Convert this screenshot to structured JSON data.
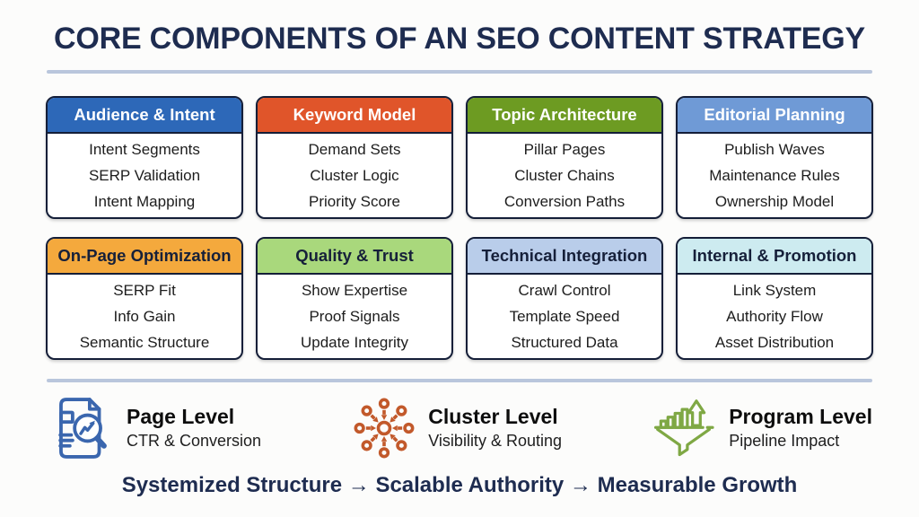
{
  "title": "CORE COMPONENTS OF AN SEO CONTENT STRATEGY",
  "colors": {
    "title_text": "#1e2c50",
    "divider": "#b9c6dc",
    "card_border": "#141e38",
    "background": "#fcfcfb"
  },
  "cards": [
    {
      "title": "Audience & Intent",
      "header_bg": "#2d68b8",
      "header_fg": "#ffffff",
      "items": [
        "Intent Segments",
        "SERP Validation",
        "Intent Mapping"
      ]
    },
    {
      "title": "Keyword Model",
      "header_bg": "#e0552a",
      "header_fg": "#ffffff",
      "items": [
        "Demand Sets",
        "Cluster Logic",
        "Priority Score"
      ]
    },
    {
      "title": "Topic Architecture",
      "header_bg": "#6d9b22",
      "header_fg": "#ffffff",
      "items": [
        "Pillar Pages",
        "Cluster Chains",
        "Conversion Paths"
      ]
    },
    {
      "title": "Editorial Planning",
      "header_bg": "#6f9ad6",
      "header_fg": "#ffffff",
      "items": [
        "Publish Waves",
        "Maintenance Rules",
        "Ownership Model"
      ]
    },
    {
      "title": "On-Page Optimization",
      "header_bg": "#f4a93d",
      "header_fg": "#16203a",
      "items": [
        "SERP Fit",
        "Info Gain",
        "Semantic Structure"
      ]
    },
    {
      "title": "Quality & Trust",
      "header_bg": "#a9d87c",
      "header_fg": "#16203a",
      "items": [
        "Show Expertise",
        "Proof Signals",
        "Update Integrity"
      ]
    },
    {
      "title": "Technical Integration",
      "header_bg": "#b9cdea",
      "header_fg": "#16203a",
      "items": [
        "Crawl Control",
        "Template Speed",
        "Structured Data"
      ]
    },
    {
      "title": "Internal & Promotion",
      "header_bg": "#cdebf0",
      "header_fg": "#16203a",
      "items": [
        "Link System",
        "Authority Flow",
        "Asset Distribution"
      ]
    }
  ],
  "levels": [
    {
      "icon": "document-search-icon",
      "title": "Page Level",
      "subtitle": "CTR & Conversion",
      "color": "#3a66ae"
    },
    {
      "icon": "cluster-network-icon",
      "title": "Cluster Level",
      "subtitle": "Visibility & Routing",
      "color": "#c2592b"
    },
    {
      "icon": "funnel-growth-icon",
      "title": "Program Level",
      "subtitle": "Pipeline Impact",
      "color": "#7fa844"
    }
  ],
  "tagline": "Systemized Structure → Scalable Authority → Measurable Growth"
}
